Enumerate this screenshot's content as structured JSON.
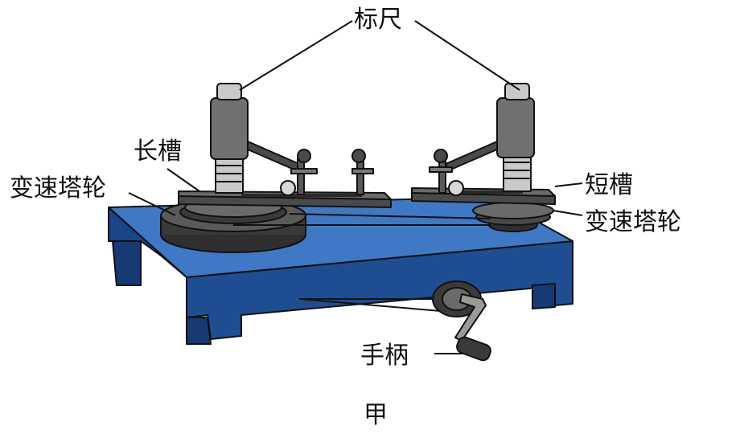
{
  "labels": {
    "ruler": "标尺",
    "long_slot": "长槽",
    "short_slot": "短槽",
    "left_tower_pulley": "变速塔轮",
    "right_tower_pulley": "变速塔轮",
    "handle": "手柄"
  },
  "caption": "甲",
  "colors": {
    "table_top": "#3f78c4",
    "table_side": "#1f4d92",
    "table_dark": "#163a73",
    "pulley_dark": "#3a3a3a",
    "pulley_mid": "#5a5a5a",
    "ruler_body": "#707070",
    "spring": "#c9c9c9",
    "slot_plate": "#4a4a4a"
  }
}
